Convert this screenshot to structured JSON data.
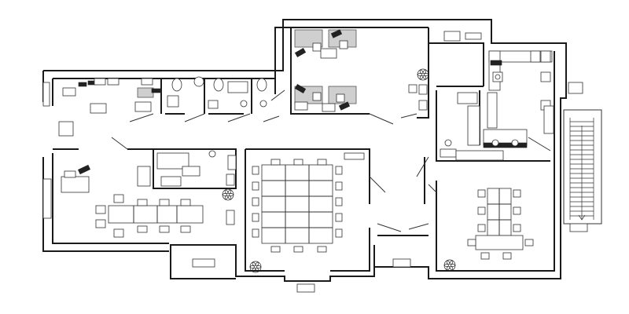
{
  "plan": {
    "accent_color": "#1a1a1a",
    "rooms": [
      {
        "id": "office-north-center",
        "workstations": 4
      },
      {
        "id": "office-top-left",
        "workstations": 3
      },
      {
        "id": "office-left",
        "workstations": 1
      },
      {
        "id": "open-office",
        "workstations": 6
      },
      {
        "id": "meeting-room-large",
        "seats": 18
      },
      {
        "id": "kitchen"
      },
      {
        "id": "meeting-room-right",
        "seats": 8
      },
      {
        "id": "restrooms"
      },
      {
        "id": "staircase"
      }
    ]
  }
}
